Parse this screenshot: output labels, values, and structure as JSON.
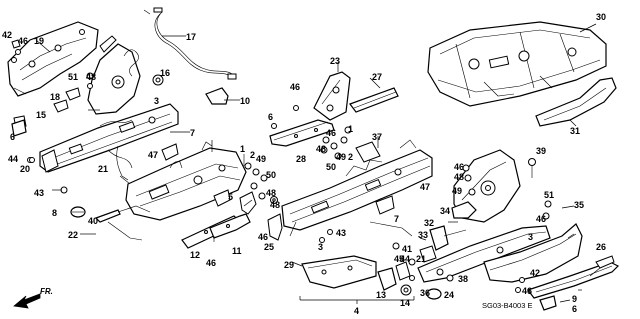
{
  "diagram": {
    "part_numbers": [
      "1",
      "2",
      "3",
      "4",
      "5",
      "6",
      "7",
      "8",
      "9",
      "10",
      "11",
      "12",
      "13",
      "14",
      "15",
      "16",
      "17",
      "18",
      "19",
      "20",
      "21",
      "22",
      "23",
      "24",
      "25",
      "26",
      "27",
      "28",
      "29",
      "30",
      "31",
      "32",
      "33",
      "34",
      "35",
      "36",
      "37",
      "38",
      "39",
      "40",
      "41",
      "42",
      "43",
      "44",
      "45",
      "46",
      "47",
      "48",
      "49",
      "50",
      "51"
    ],
    "drawing_code": "SG03-B4003 E",
    "direction_label": "FR."
  }
}
